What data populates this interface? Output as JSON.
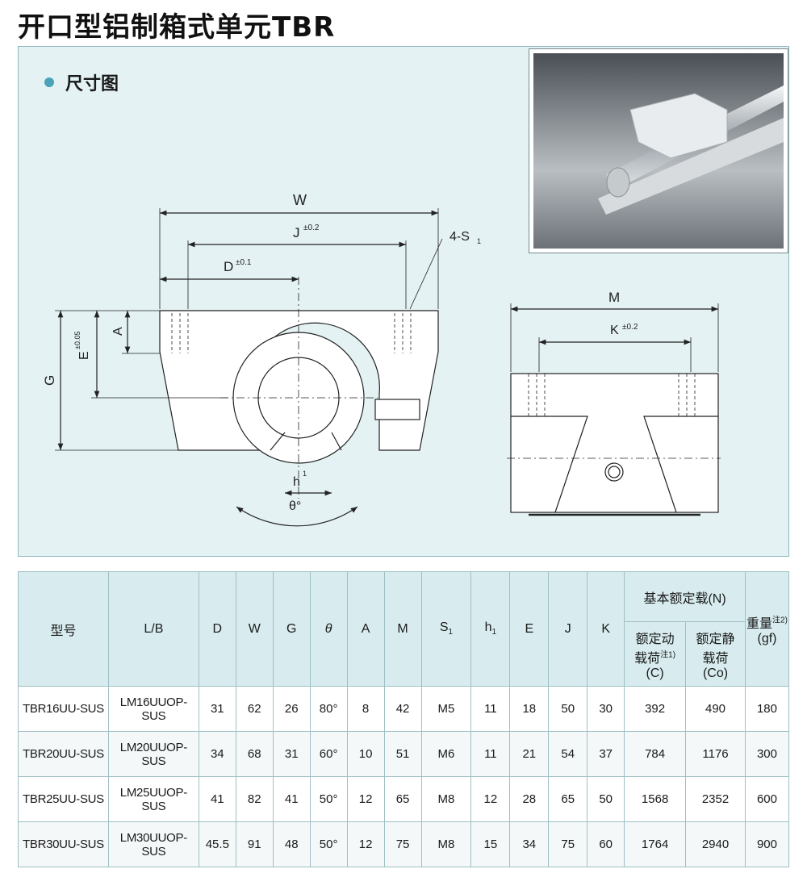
{
  "title": "开口型铝制箱式单元TBR",
  "section": {
    "label": "尺寸图"
  },
  "drawing": {
    "W": "W",
    "J": "J",
    "J_tol": "±0.2",
    "D": "D",
    "D_tol": "±0.1",
    "S": "4-S",
    "S_sub": "1",
    "A": "A",
    "E": "E",
    "E_tol": "±0.05",
    "G": "G",
    "h": "h",
    "h_sub": "1",
    "theta": "θ°",
    "M": "M",
    "K": "K",
    "K_tol": "±0.2"
  },
  "table": {
    "headers": {
      "model": "型号",
      "lb": "L/B",
      "D": "D",
      "W": "W",
      "G": "G",
      "theta": "θ",
      "A": "A",
      "M": "M",
      "S": "S",
      "S_sub": "1",
      "h": "h",
      "h_sub": "1",
      "E": "E",
      "J": "J",
      "K": "K",
      "load": "基本额定载(N)",
      "dyn_1": "额定动",
      "dyn_2": "载荷",
      "dyn_note": "注1)",
      "dyn_unit": "(C)",
      "stat_1": "额定静",
      "stat_2": "载荷",
      "stat_unit": "(Co)",
      "weight": "重量",
      "weight_note": "注2)",
      "weight_unit": "(gf)"
    },
    "rows": [
      [
        "TBR16UU-SUS",
        "LM16UUOP-SUS",
        "31",
        "62",
        "26",
        "80°",
        "8",
        "42",
        "M5",
        "11",
        "18",
        "50",
        "30",
        "392",
        "490",
        "180"
      ],
      [
        "TBR20UU-SUS",
        "LM20UUOP-SUS",
        "34",
        "68",
        "31",
        "60°",
        "10",
        "51",
        "M6",
        "11",
        "21",
        "54",
        "37",
        "784",
        "1176",
        "300"
      ],
      [
        "TBR25UU-SUS",
        "LM25UUOP-SUS",
        "41",
        "82",
        "41",
        "50°",
        "12",
        "65",
        "M8",
        "12",
        "28",
        "65",
        "50",
        "1568",
        "2352",
        "600"
      ],
      [
        "TBR30UU-SUS",
        "LM30UUOP-SUS",
        "45.5",
        "91",
        "48",
        "50°",
        "12",
        "75",
        "M8",
        "15",
        "34",
        "75",
        "60",
        "1764",
        "2940",
        "900"
      ]
    ]
  }
}
